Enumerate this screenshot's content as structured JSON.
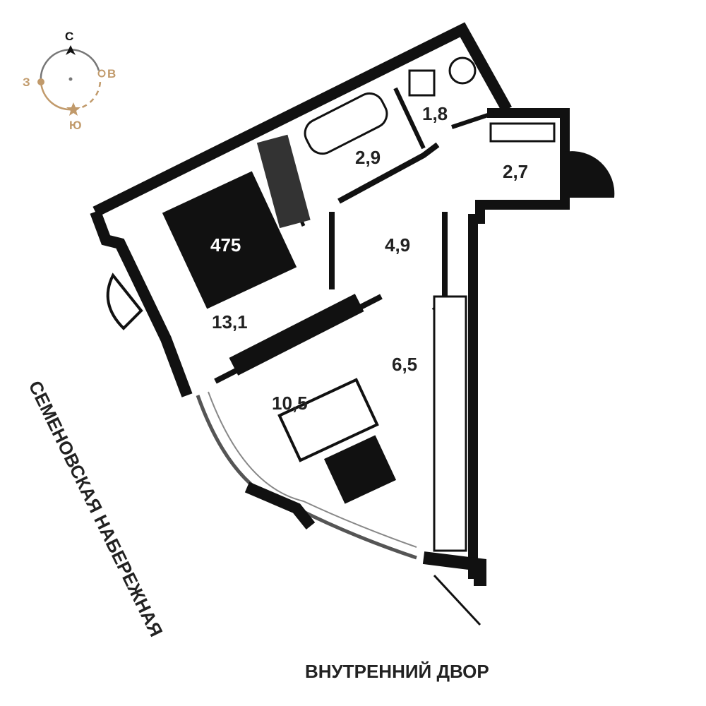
{
  "compass": {
    "north": "С",
    "east": "В",
    "south": "Ю",
    "west": "З",
    "accent_color": "#c19a6b"
  },
  "apartment_number": "475",
  "rooms": {
    "bedroom": "13,1",
    "hall": "4,9",
    "bathroom": "2,9",
    "toilet": "1,8",
    "entrance": "2,7",
    "kitchen": "6,5",
    "living": "10,5"
  },
  "streets": {
    "west": "СЕМЕНОВСКАЯ НАБЕРЕЖНАЯ",
    "south": "ВНУТРЕННИЙ ДВОР"
  }
}
